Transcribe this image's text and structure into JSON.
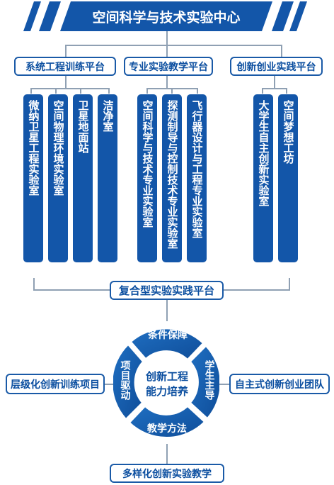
{
  "title": "空间科学与技术实验中心",
  "platforms": [
    {
      "label": "系统工程训练平台",
      "labs": [
        "微纳卫星工程实验室",
        "空间物理环境实验室",
        "卫星地面站",
        "洁净室"
      ]
    },
    {
      "label": "专业实验教学平台",
      "labs": [
        "空间科学与技术专业实验室",
        "探测制导与控制技术专业实验室",
        "飞行器设计与工程专业实验室"
      ]
    },
    {
      "label": "创新创业实践平台",
      "labs": [
        "大学生自主创新实验室",
        "空间梦想工坊"
      ]
    }
  ],
  "composite_platform": "复合型实验实践平台",
  "ring": {
    "top": "条件保障",
    "left": "项目驱动",
    "right": "学生主导",
    "bottom": "教学方法",
    "center_line1": "创新工程",
    "center_line2": "能力培养"
  },
  "left_box": "层级化创新训练项目",
  "right_box": "自主式创新创业团队",
  "bottom_box": "多样化创新实验教学",
  "colors": {
    "primary": "#1356a9",
    "line": "#8fa0b3",
    "ring": "#1a66b8"
  }
}
